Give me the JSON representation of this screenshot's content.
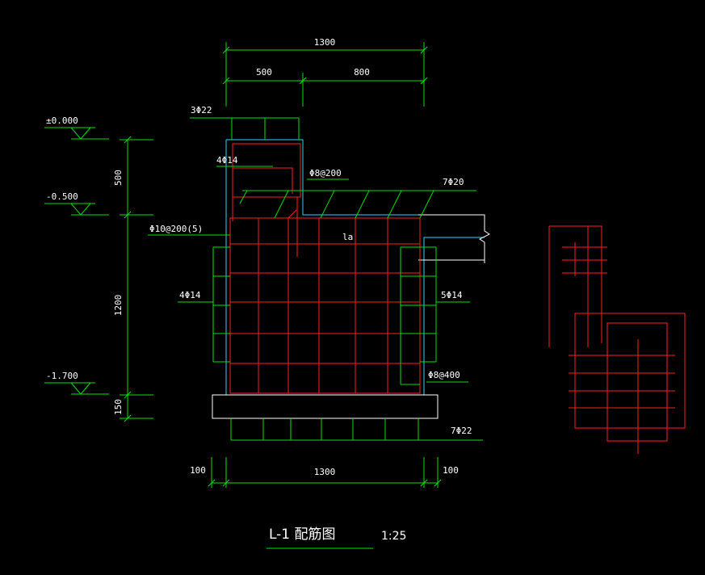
{
  "dimensions": {
    "top_total": "1300",
    "top_left": "500",
    "top_right": "800",
    "bottom_left": "100",
    "bottom_total": "1300",
    "bottom_right": "100",
    "left_top": "500",
    "left_mid": "1200",
    "left_bottom": "150"
  },
  "elevations": [
    "±0.000",
    "-0.500",
    "-1.700"
  ],
  "rebar_labels": {
    "top_bars": "3Φ22",
    "upper_side": "4Φ14",
    "small_stirrup": "Φ8@200",
    "ledge_bars": "7Φ20",
    "main_stirrup": "Φ10@200(5)",
    "left_side": "4Φ14",
    "anchor": "la",
    "right_side": "5Φ14",
    "tie": "Φ8@400",
    "bottom_bars": "7Φ22"
  },
  "title": {
    "text": "L-1 配筋图",
    "scale": "1:25"
  },
  "colors": {
    "dimension": "#00e000",
    "rebar": "#ff2020",
    "concrete": "#30d0ff",
    "text": "#ffffff",
    "background": "#000000"
  }
}
